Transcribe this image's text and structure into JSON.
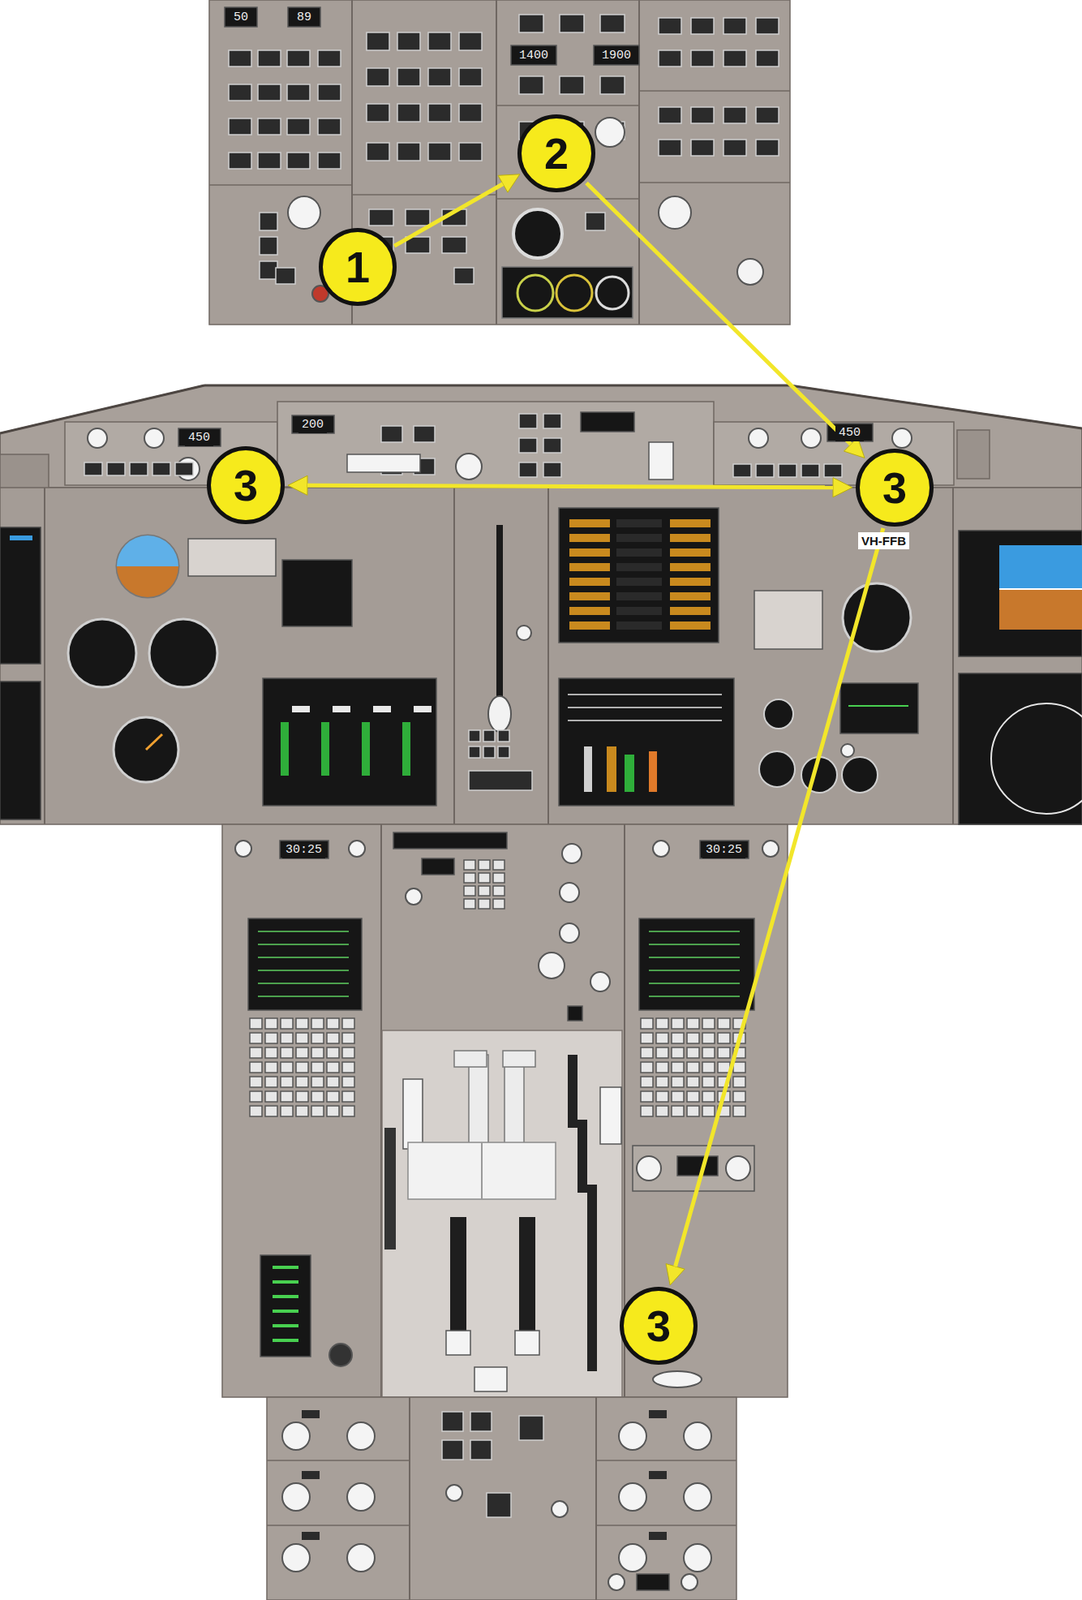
{
  "diagram": {
    "nodes": [
      {
        "text": [
          "1"
        ]
      },
      {
        "text": [
          "2"
        ]
      },
      {
        "text": [
          "3"
        ]
      },
      {
        "text": [
          "3"
        ]
      },
      {
        "text": [
          "3"
        ]
      }
    ],
    "edges": [
      {
        "from": 0,
        "to": 1,
        "arrow": "to"
      },
      {
        "from": 1,
        "to": 3,
        "arrow": "to"
      },
      {
        "from": 2,
        "to": 3,
        "arrow": "both"
      },
      {
        "from": 3,
        "to": 4,
        "arrow": "to"
      }
    ],
    "labels": [
      "50",
      "89",
      "1400",
      "1900",
      "450",
      "200",
      "450",
      "VH-FFB",
      "30:25",
      "30:25"
    ]
  }
}
